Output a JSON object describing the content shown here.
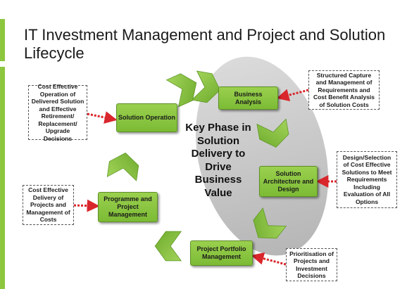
{
  "title": "IT Investment Management and Project and Solution Lifecycle",
  "center_text": "Key Phase in Solution Delivery to Drive Business Value",
  "phases": {
    "business_analysis": "Business Analysis",
    "solution_architecture": "Solution Architecture and Design",
    "project_portfolio": "Project Portfolio Management",
    "programme_project": "Programme and Project Management",
    "solution_operation": "Solution Operation"
  },
  "notes": {
    "business_analysis": "Structured Capture and Management of Requirements and Cost Benefit Analysis of Solution Costs",
    "solution_architecture": "Design/Selection of Cost Effective Solutions to Meet Requirements Including Evaluation of All Options",
    "project_portfolio": "Prioritisation of Projects and Investment Decisions",
    "programme_project": "Cost Effective Delivery of Projects and Management of Costs",
    "solution_operation": "Cost Effective Operation of Delivered Solution and Effective Retirement/ Replacement/ Upgrade Decisions"
  },
  "colors": {
    "accent": "#8dc63f",
    "phase_box": "#8cc63f",
    "arrow_green": "#86c440",
    "connector_red": "#d9262c",
    "highlight_ellipse": "#bdbdbd"
  }
}
